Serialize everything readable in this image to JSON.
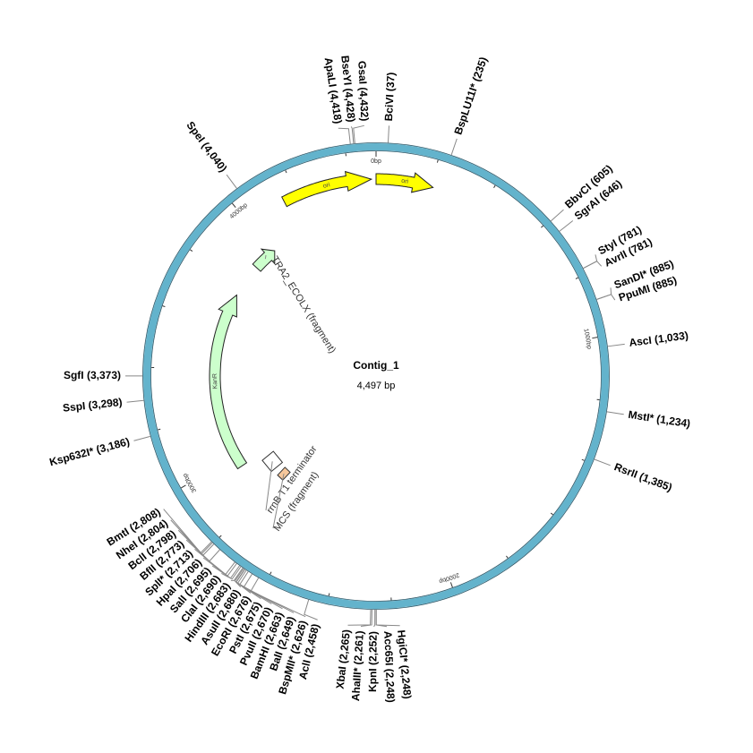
{
  "plasmid": {
    "name": "Contig_1",
    "size_label": "4,497 bp",
    "length_bp": 4497
  },
  "colors": {
    "backbone": "#63b3cc",
    "backbone_stroke": "#2a5566",
    "ori": "#ffff00",
    "gene": "#ccffcc",
    "terminator": "#ffffff",
    "mcs": "#f6c79b"
  },
  "ticks": [
    {
      "bp": 0,
      "label": "0bp"
    },
    {
      "bp": 1000,
      "label": "1000bp"
    },
    {
      "bp": 2000,
      "label": "2000bp"
    },
    {
      "bp": 3000,
      "label": "3000bp"
    },
    {
      "bp": 4000,
      "label": "4000bp"
    }
  ],
  "sites": [
    {
      "bp": 37,
      "label": "BciVI  (37)"
    },
    {
      "bp": 235,
      "label": "BspLU11I*  (235)"
    },
    {
      "bp": 605,
      "label": "BbvCI  (605)"
    },
    {
      "bp": 646,
      "label": "SgrAI  (646)"
    },
    {
      "bp": 781,
      "label": "StyI  (781)"
    },
    {
      "bp": 781,
      "label": "AvrII  (781)"
    },
    {
      "bp": 885,
      "label": "SanDI*  (885)"
    },
    {
      "bp": 885,
      "label": "PpuMI  (885)"
    },
    {
      "bp": 1033,
      "label": "AscI  (1,033)"
    },
    {
      "bp": 1234,
      "label": "MstI*  (1,234)"
    },
    {
      "bp": 1385,
      "label": "RsrII  (1,385)"
    },
    {
      "bp": 2248,
      "label": "HgiCI*  (2,248)"
    },
    {
      "bp": 2248,
      "label": "Acc65I  (2,248)"
    },
    {
      "bp": 2252,
      "label": "KpnI  (2,252)"
    },
    {
      "bp": 2261,
      "label": "AhaIII*  (2,261)"
    },
    {
      "bp": 2265,
      "label": "XbaI  (2,265)"
    },
    {
      "bp": 2458,
      "label": "AclI  (2,458)"
    },
    {
      "bp": 2626,
      "label": "BspMII*  (2,626)"
    },
    {
      "bp": 2649,
      "label": "BalI  (2,649)"
    },
    {
      "bp": 2663,
      "label": "BamHI  (2,663)"
    },
    {
      "bp": 2670,
      "label": "PvuII  (2,670)"
    },
    {
      "bp": 2675,
      "label": "PstI  (2,675)"
    },
    {
      "bp": 2676,
      "label": "EcoRI  (2,676)"
    },
    {
      "bp": 2680,
      "label": "AsuII  (2,680)"
    },
    {
      "bp": 2683,
      "label": "HindIII  (2,683)"
    },
    {
      "bp": 2690,
      "label": "ClaI  (2,690)"
    },
    {
      "bp": 2695,
      "label": "SalI  (2,695)"
    },
    {
      "bp": 2706,
      "label": "HpaI  (2,706)"
    },
    {
      "bp": 2713,
      "label": "SplI*  (2,713)"
    },
    {
      "bp": 2773,
      "label": "BfII  (2,773)"
    },
    {
      "bp": 2798,
      "label": "BclI  (2,798)"
    },
    {
      "bp": 2804,
      "label": "NheI  (2,804)"
    },
    {
      "bp": 2808,
      "label": "BmtI  (2,808)"
    },
    {
      "bp": 3186,
      "label": "Ksp632I*  (3,186)"
    },
    {
      "bp": 3298,
      "label": "SspI  (3,298)"
    },
    {
      "bp": 3373,
      "label": "SgfI  (3,373)"
    },
    {
      "bp": 4040,
      "label": "SpeI  (4,040)"
    },
    {
      "bp": 4418,
      "label": "ApaLI  (4,418)"
    },
    {
      "bp": 4428,
      "label": "BseYI  (4,428)"
    },
    {
      "bp": 4432,
      "label": "GsaI  (4,432)"
    }
  ],
  "features": [
    {
      "name": "ori",
      "kind": "ori",
      "start": 4150,
      "end": 4480,
      "label": "ori",
      "show_label": "arrow"
    },
    {
      "name": "ori-2",
      "kind": "ori",
      "start": 0,
      "end": 210,
      "label": "ori",
      "show_label": "arrow"
    },
    {
      "name": "tra2",
      "kind": "gene",
      "start": 3900,
      "end": 4010,
      "label": "TRA2_ECOLX (fragment)",
      "show_label": "leader"
    },
    {
      "name": "kanr",
      "kind": "gene",
      "start": 2950,
      "end": 3750,
      "label": "KanR",
      "show_label": "arrow"
    },
    {
      "name": "terminator",
      "kind": "terminator",
      "start": 2860,
      "end": 2900,
      "label": "rrnB T1 terminator",
      "show_label": "leader"
    },
    {
      "name": "mcs",
      "kind": "mcs",
      "start": 2780,
      "end": 2800,
      "label": "MCS (fragment)",
      "show_label": "leader"
    }
  ]
}
